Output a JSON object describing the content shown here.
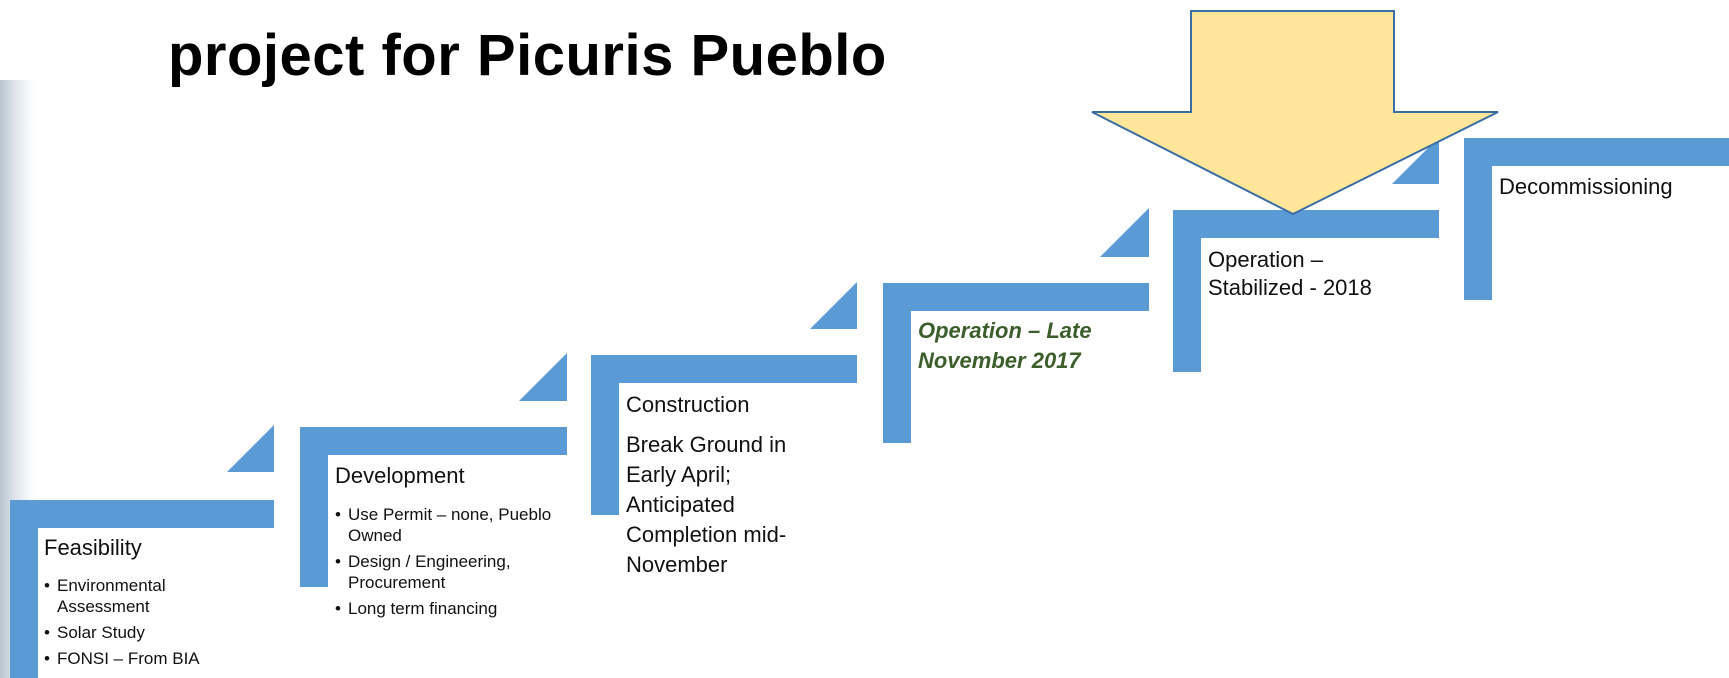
{
  "title": "project for Picuris Pueblo",
  "colors": {
    "stairs": "#5b9bd5",
    "arrow_fill": "#ffe699",
    "arrow_stroke": "#3a6ea5",
    "highlight": "#3b5e2b"
  },
  "stages": {
    "feasibility": {
      "title": "Feasibility",
      "bullets": [
        "Environmental Assessment",
        "Solar Study",
        "FONSI – From BIA"
      ]
    },
    "development": {
      "title": "Development",
      "bullets": [
        "Use Permit – none, Pueblo Owned",
        "Design / Engineering, Procurement",
        "Long term financing"
      ]
    },
    "construction": {
      "title": "Construction",
      "text": "Break Ground in Early April; Anticipated Completion mid-November"
    },
    "operation_late": {
      "text": "Operation – Late November 2017"
    },
    "operation_stabilized": {
      "text": "Operation – Stabilized - 2018"
    },
    "decommissioning": {
      "title": "Decommissioning"
    }
  },
  "current_stage_arrow": "down-arrow-icon"
}
